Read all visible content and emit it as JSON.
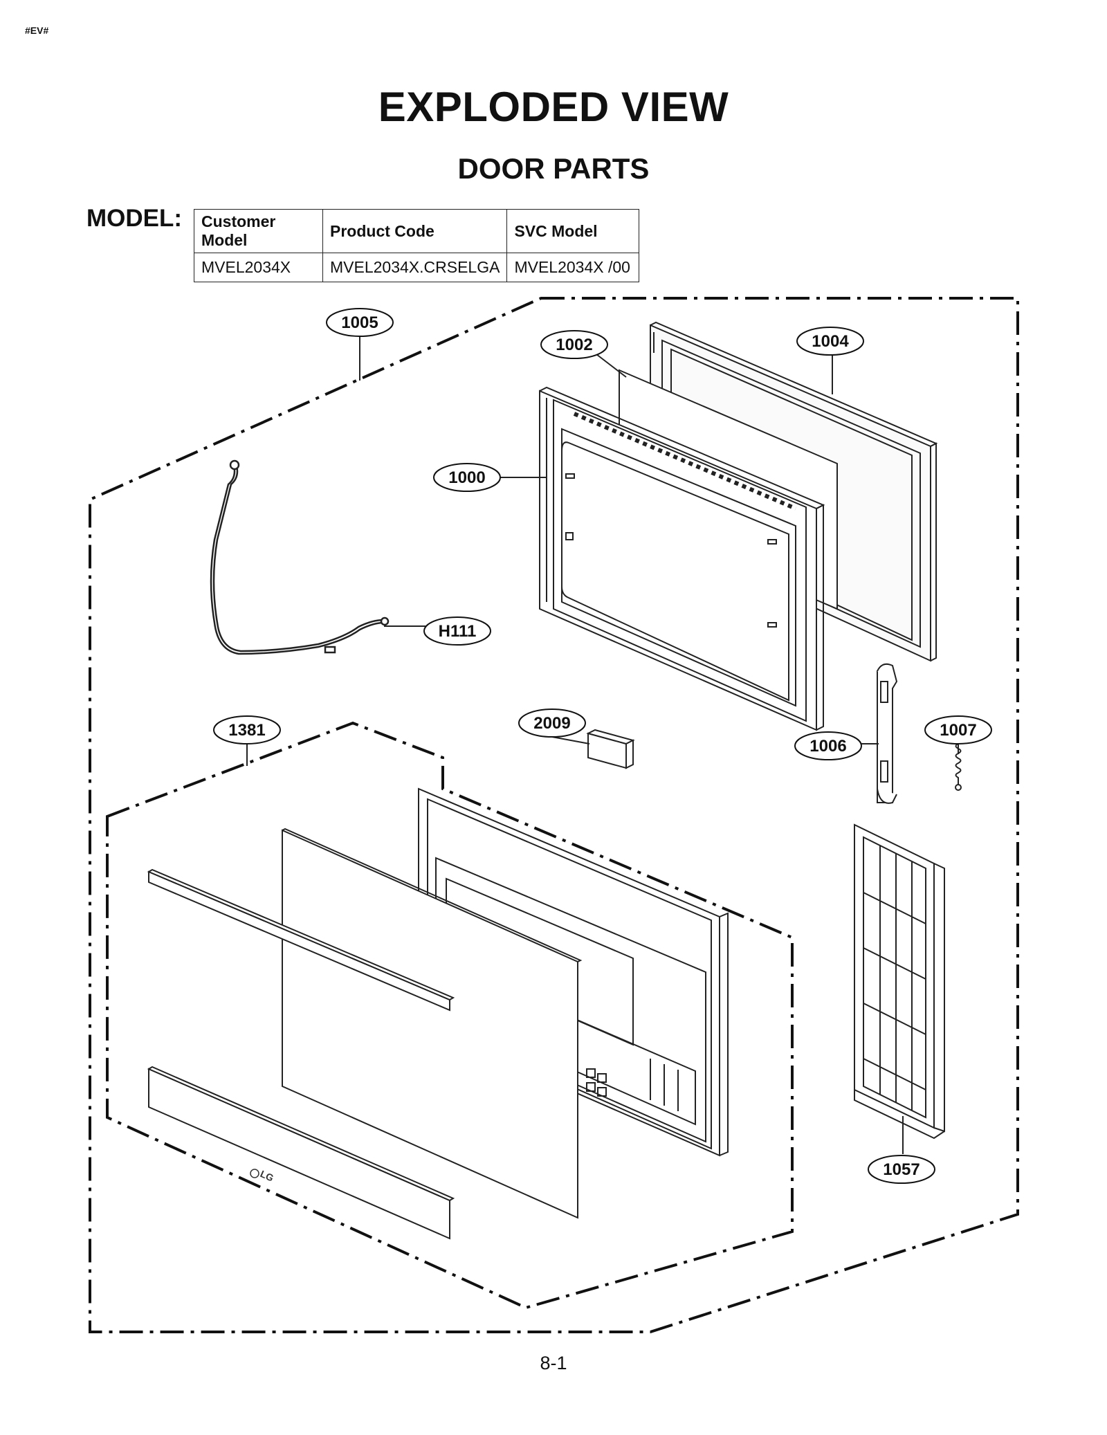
{
  "header": {
    "tag": "#EV#"
  },
  "title": "EXPLODED VIEW",
  "subtitle": "DOOR PARTS",
  "model": {
    "label": "MODEL:",
    "columns": [
      "Customer Model",
      "Product Code",
      "SVC Model"
    ],
    "values": [
      "MVEL2034X",
      "MVEL2034X.CRSELGA",
      "MVEL2034X  /00"
    ]
  },
  "callouts": {
    "c1005": "1005",
    "c1002": "1002",
    "c1004": "1004",
    "c1000": "1000",
    "cH111": "H111",
    "c1381": "1381",
    "c2009": "2009",
    "c1006": "1006",
    "c1007": "1007",
    "c1057": "1057"
  },
  "logo_text": "LG",
  "page_number": "8-1"
}
